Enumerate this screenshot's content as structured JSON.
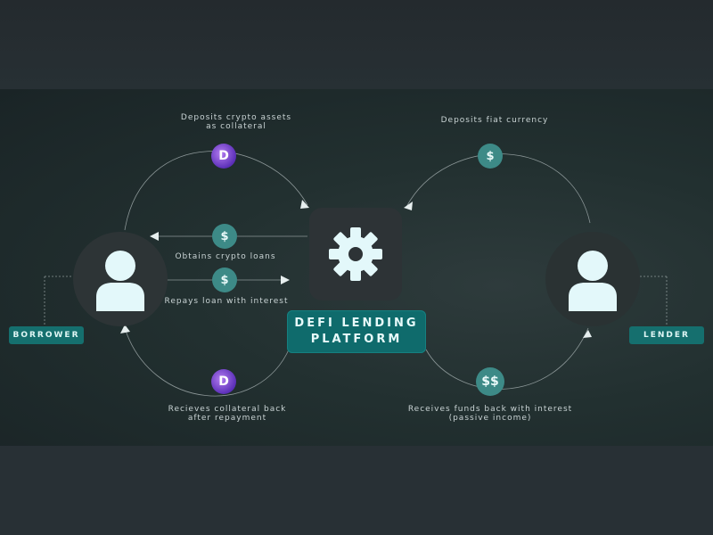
{
  "labels": {
    "deposits_crypto": "Deposits crypto assets\nas collateral",
    "deposits_fiat": "Deposits fiat currency",
    "obtains_loans": "Obtains crypto loans",
    "repays_loan": "Repays loan with interest",
    "receives_collateral": "Recieves collateral back\nafter repayment",
    "receives_funds": "Receives funds back with interest\n(passive income)"
  },
  "platform": {
    "line1": "DEFI LENDING",
    "line2": "PLATFORM"
  },
  "tags": {
    "borrower": "BORROWER",
    "lender": "LENDER"
  },
  "badges": {
    "crypto_top": "D",
    "crypto_bottom": "D",
    "fiat_top": "$",
    "loan": "$",
    "repay": "$",
    "funds_back": "$$"
  },
  "icons": [
    "person-icon",
    "gear-icon",
    "dollar-icon",
    "crypto-coin-icon",
    "arrow-icon"
  ],
  "colors": {
    "accent": "#0f6b6c",
    "badge": "#3d8a87",
    "coin": "#6b3fc7"
  }
}
